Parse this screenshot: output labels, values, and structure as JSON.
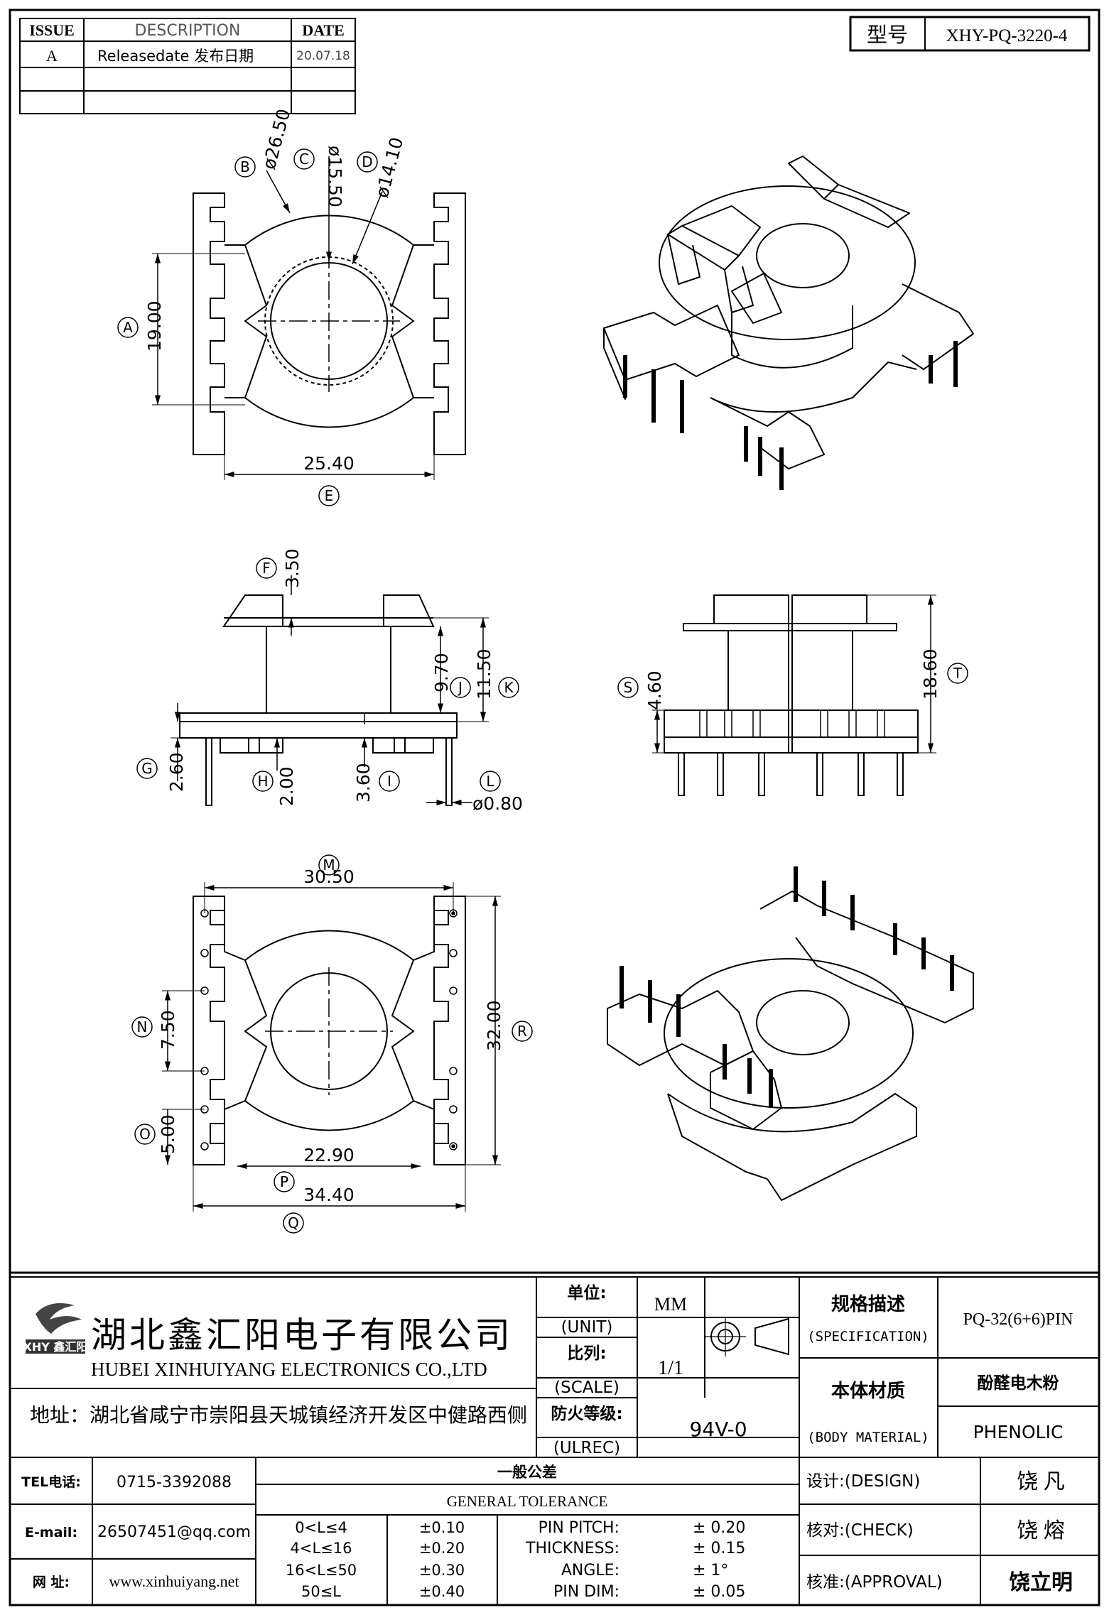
{
  "revision_table": {
    "headers": {
      "issue": "ISSUE",
      "description": "DESCRIPTION",
      "date": "DATE"
    },
    "rows": [
      {
        "issue": "A",
        "description": "Releasedate 发布日期",
        "date": "20.07.18"
      },
      {
        "issue": "",
        "description": "",
        "date": ""
      },
      {
        "issue": "",
        "description": "",
        "date": ""
      }
    ]
  },
  "model": {
    "label": "型号",
    "value": "XHY-PQ-3220-4"
  },
  "top_view": {
    "dims": {
      "B": "ø26.50",
      "C": "ø15.50",
      "D": "ø14.10",
      "A": "19.00",
      "E": "25.40"
    },
    "letters": [
      "A",
      "B",
      "C",
      "D",
      "E"
    ]
  },
  "front_view": {
    "dims": {
      "F": "3.50",
      "J": "9.70",
      "K": "11.50",
      "G": "2.60",
      "H": "2.00",
      "I": "3.60",
      "L": "ø0.80"
    },
    "letters": [
      "F",
      "J",
      "K",
      "G",
      "H",
      "I",
      "L"
    ]
  },
  "side_view": {
    "dims": {
      "S": "4.60",
      "T": "18.60"
    },
    "letters": [
      "S",
      "T"
    ]
  },
  "bottom_view": {
    "dims": {
      "M": "30.50",
      "N": "7.50",
      "O": "5.00",
      "R": "32.00",
      "P": "22.90",
      "Q": "34.40"
    },
    "letters": [
      "M",
      "N",
      "O",
      "R",
      "P",
      "Q"
    ]
  },
  "company": {
    "logo_text": "XHY 鑫汇阳",
    "name_cn": "湖北鑫汇阳电子有限公司",
    "name_en": "HUBEI XINHUIYANG ELECTRONICS CO.,LTD",
    "address": "地址：湖北省咸宁市崇阳县天城镇经济开发区中健路西侧"
  },
  "title_block": {
    "unit_cn": "单位:",
    "unit_en": "(UNIT)",
    "unit_value": "MM",
    "scale_cn": "比列:",
    "scale_en": "(SCALE)",
    "scale_value": "1/1",
    "ul_cn": "防火等级:",
    "ul_en": "(ULREC)",
    "ul_value": "94V-0",
    "spec_cn": "规格描述",
    "spec_en": "(SPECIFICATION)",
    "spec_value": "PQ-32(6+6)PIN",
    "material_cn": "本体材质",
    "material_en": "(BODY MATERIAL)",
    "material_value_cn": "酚醛电木粉",
    "material_value_en": "PHENOLIC"
  },
  "contact": {
    "tel_label": "TEL电话:",
    "tel": "0715-3392088",
    "email_label": "E-mail:",
    "email": "26507451@qq.com",
    "web_label": "网  址:",
    "web": "www.xinhuiyang.net"
  },
  "tolerance": {
    "title_cn": "一般公差",
    "title_en": "GENERAL TOLERANCE",
    "ranges": [
      {
        "range": "0<L≤4",
        "tol": "±0.10"
      },
      {
        "range": "4<L≤16",
        "tol": "±0.20"
      },
      {
        "range": "16<L≤50",
        "tol": "±0.30"
      },
      {
        "range": "50≤L",
        "tol": "±0.40"
      }
    ],
    "items": [
      {
        "label": "PIN PITCH:",
        "value": "±  0.20"
      },
      {
        "label": "THICKNESS:",
        "value": "±  0.15"
      },
      {
        "label": "ANGLE:",
        "value": "±  1°"
      },
      {
        "label": "PIN DIM:",
        "value": "±  0.05"
      }
    ]
  },
  "approvals": [
    {
      "label": "设计:(DESIGN)",
      "name": "饶  凡"
    },
    {
      "label": "核对:(CHECK)",
      "name": "饶  熔"
    },
    {
      "label": "核准:(APPROVAL)",
      "name": "饶立明"
    }
  ]
}
